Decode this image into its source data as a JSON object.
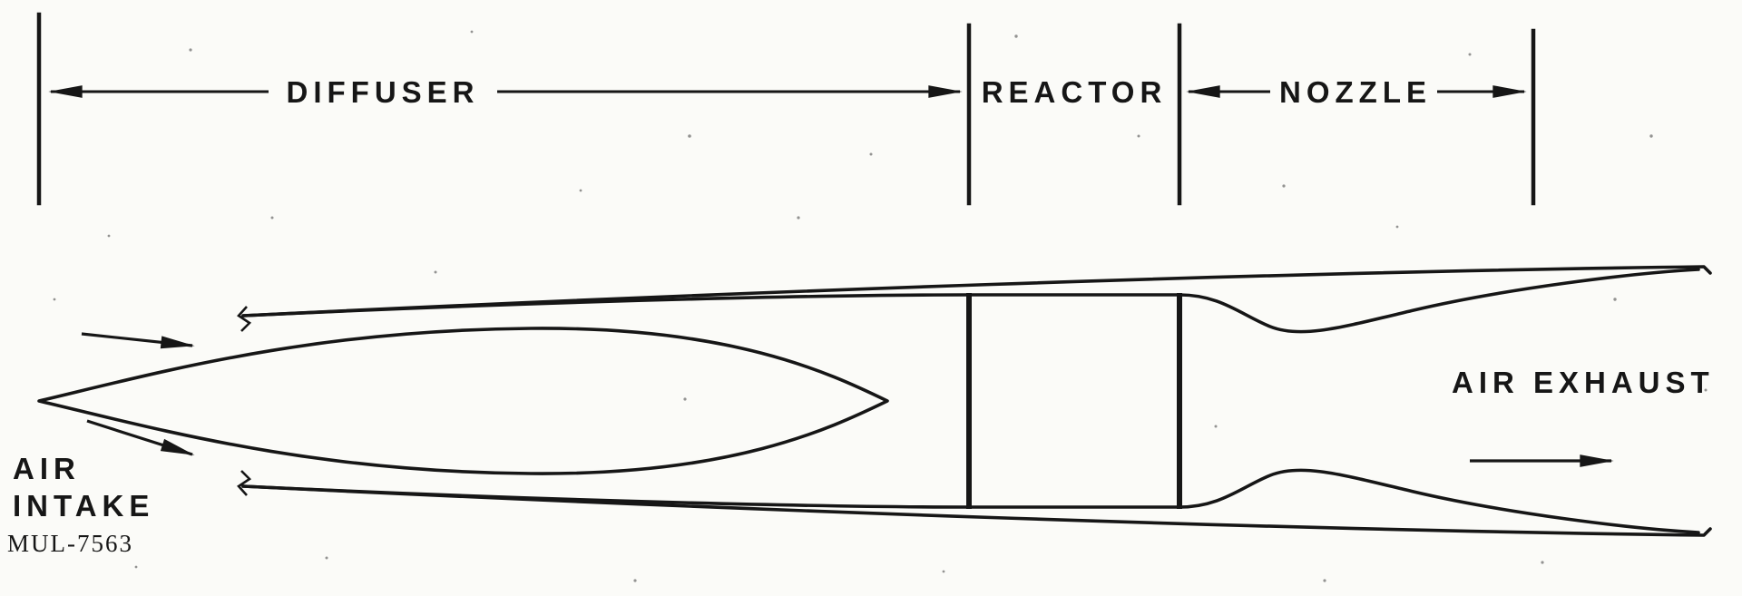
{
  "colors": {
    "ink": "#161616",
    "paper": "#fbfbf8"
  },
  "sections": {
    "diffuser_label": "DIFFUSER",
    "reactor_label": "REACTOR",
    "nozzle_label": "NOZZLE"
  },
  "flow": {
    "intake_line1": "AIR",
    "intake_line2": "INTAKE",
    "exhaust_label": "AIR EXHAUST"
  },
  "figure_id": "MUL-7563"
}
